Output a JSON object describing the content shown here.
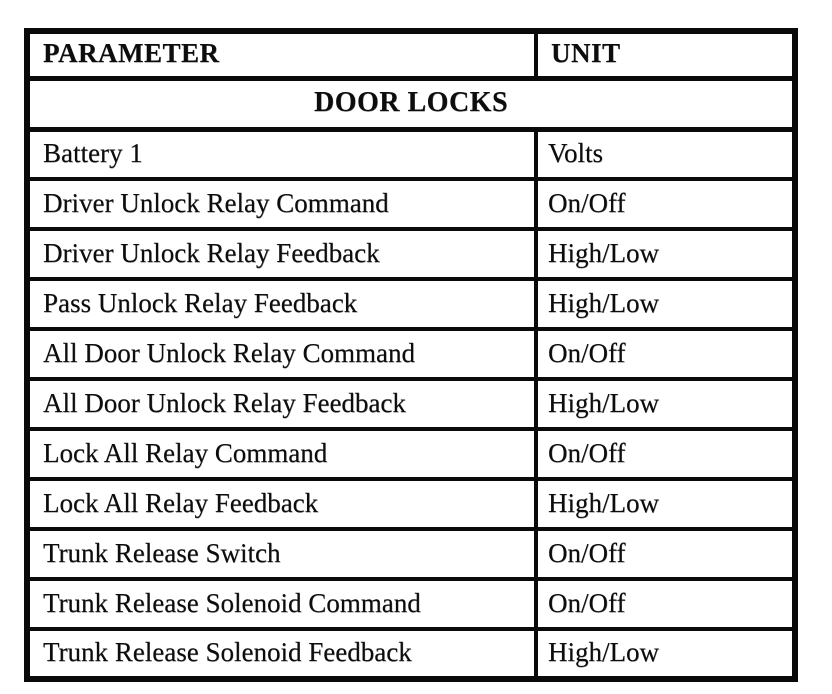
{
  "page": {
    "kind": "scanned-manual-table",
    "background_color": "#ffffff",
    "ink_color": "#0a0a0a"
  },
  "table": {
    "headers": [
      "PARAMETER",
      "UNIT"
    ],
    "section": "DOOR LOCKS",
    "rows": [
      {
        "parameter": "Battery 1",
        "unit": "Volts"
      },
      {
        "parameter": "Driver Unlock Relay Command",
        "unit": "On/Off"
      },
      {
        "parameter": "Driver Unlock Relay Feedback",
        "unit": "High/Low"
      },
      {
        "parameter": "Pass Unlock Relay Feedback",
        "unit": "High/Low"
      },
      {
        "parameter": "All Door Unlock Relay Command",
        "unit": "On/Off"
      },
      {
        "parameter": "All Door Unlock Relay Feedback",
        "unit": "High/Low"
      },
      {
        "parameter": "Lock All Relay Command",
        "unit": "On/Off"
      },
      {
        "parameter": "Lock All Relay Feedback",
        "unit": "High/Low"
      },
      {
        "parameter": "Trunk Release Switch",
        "unit": "On/Off"
      },
      {
        "parameter": "Trunk Release Solenoid Command",
        "unit": "On/Off"
      },
      {
        "parameter": "Trunk Release Solenoid Feedback",
        "unit": "High/Low"
      }
    ]
  }
}
